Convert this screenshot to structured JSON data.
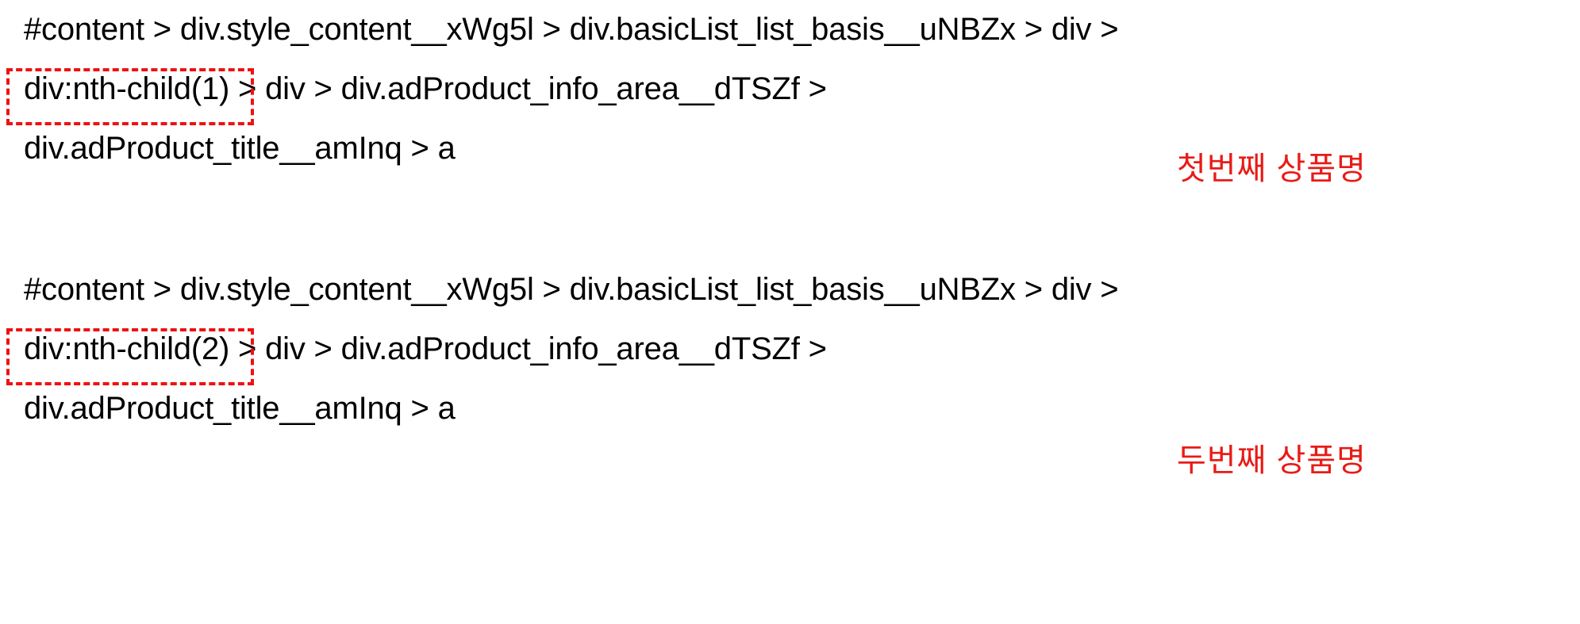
{
  "page": {
    "background_color": "#ffffff",
    "text_color": "#000000",
    "highlight_color": "#ee1111",
    "annotation_color": "#e81b16"
  },
  "blocks": [
    {
      "id": "selector-block-1",
      "lines": [
        "#content > div.style_content__xWg5l > div.basicList_list_basis__uNBZx > div >",
        "div:nth-child(1) > div > div.adProduct_info_area__dTSZf >",
        "div.adProduct_title__amInq > a"
      ],
      "highlight_token": "div:nth-child(1)",
      "annotation": "첫번째 상품명"
    },
    {
      "id": "selector-block-2",
      "lines": [
        "#content > div.style_content__xWg5l > div.basicList_list_basis__uNBZx > div >",
        "div:nth-child(2) > div > div.adProduct_info_area__dTSZf >",
        "div.adProduct_title__amInq > a"
      ],
      "highlight_token": "div:nth-child(2)",
      "annotation": "두번째 상품명"
    }
  ]
}
